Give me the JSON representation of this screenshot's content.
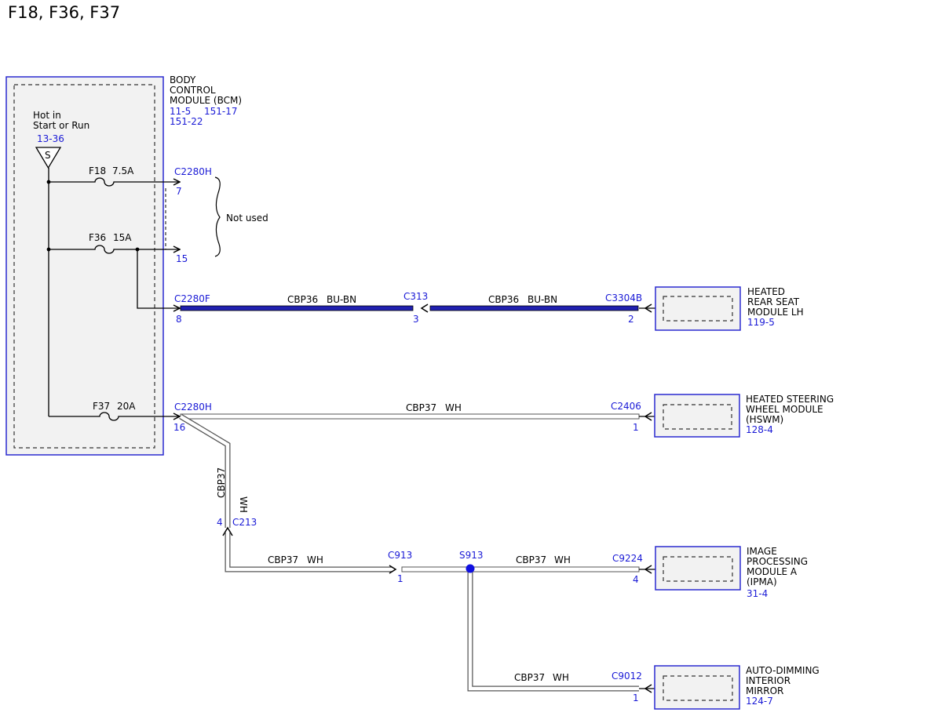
{
  "title": "F18, F36, F37",
  "colors": {
    "connector_ref": "#1a1ad6",
    "module_border": "#2a2ad0",
    "wire_bu_bn": "#2020b0",
    "splice": "#1010e0"
  },
  "bcm": {
    "name_lines": [
      "BODY",
      "CONTROL",
      "MODULE (BCM)"
    ],
    "refs_line1a": "11-5",
    "refs_line1b": "151-17",
    "refs_line2": "151-22",
    "hot_lines": [
      "Hot in",
      "Start or Run"
    ],
    "hot_ref": "13-36",
    "switch_symbol": "S"
  },
  "fuses": [
    {
      "id": "F18",
      "rating": "7.5A",
      "connector": "C2280H",
      "pin": "7"
    },
    {
      "id": "F36",
      "rating": "15A",
      "connector": "",
      "pin": "15"
    },
    {
      "id": "F37",
      "rating": "20A",
      "connector": "C2280H",
      "pin": "16"
    }
  ],
  "not_used_label": "Not used",
  "heated_rear_seat_circuit": {
    "bcm_connector": "C2280F",
    "bcm_pin": "8",
    "inline_connector": "C313",
    "inline_pin": "3",
    "circuit": "CBP36",
    "color": "BU-BN",
    "module_connector": "C3304B",
    "module_pin": "2"
  },
  "hswm_circuit": {
    "circuit": "CBP37",
    "color": "WH",
    "module_connector": "C2406",
    "module_pin": "1"
  },
  "vertical_circuit": {
    "circuit": "CBP37",
    "color": "WH"
  },
  "c213": {
    "connector": "C213",
    "pin": "4"
  },
  "c913": {
    "circuit": "CBP37",
    "color": "WH",
    "connector": "C913",
    "pin": "1"
  },
  "splice": {
    "id": "S913"
  },
  "ipma_circuit": {
    "circuit": "CBP37",
    "color": "WH",
    "module_connector": "C9224",
    "module_pin": "4"
  },
  "mirror_circuit": {
    "circuit": "CBP37",
    "color": "WH",
    "module_connector": "C9012",
    "module_pin": "1"
  },
  "modules": [
    {
      "key": "rear_seat",
      "lines": [
        "HEATED",
        "REAR SEAT",
        "MODULE LH"
      ],
      "ref": "119-5"
    },
    {
      "key": "hswm",
      "lines": [
        "HEATED STEERING",
        "WHEEL MODULE",
        "(HSWM)"
      ],
      "ref": "128-4"
    },
    {
      "key": "ipma",
      "lines": [
        "IMAGE",
        "PROCESSING",
        "MODULE A",
        "(IPMA)"
      ],
      "ref": "31-4"
    },
    {
      "key": "mirror",
      "lines": [
        "AUTO-DIMMING",
        "INTERIOR",
        "MIRROR"
      ],
      "ref": "124-7"
    }
  ]
}
